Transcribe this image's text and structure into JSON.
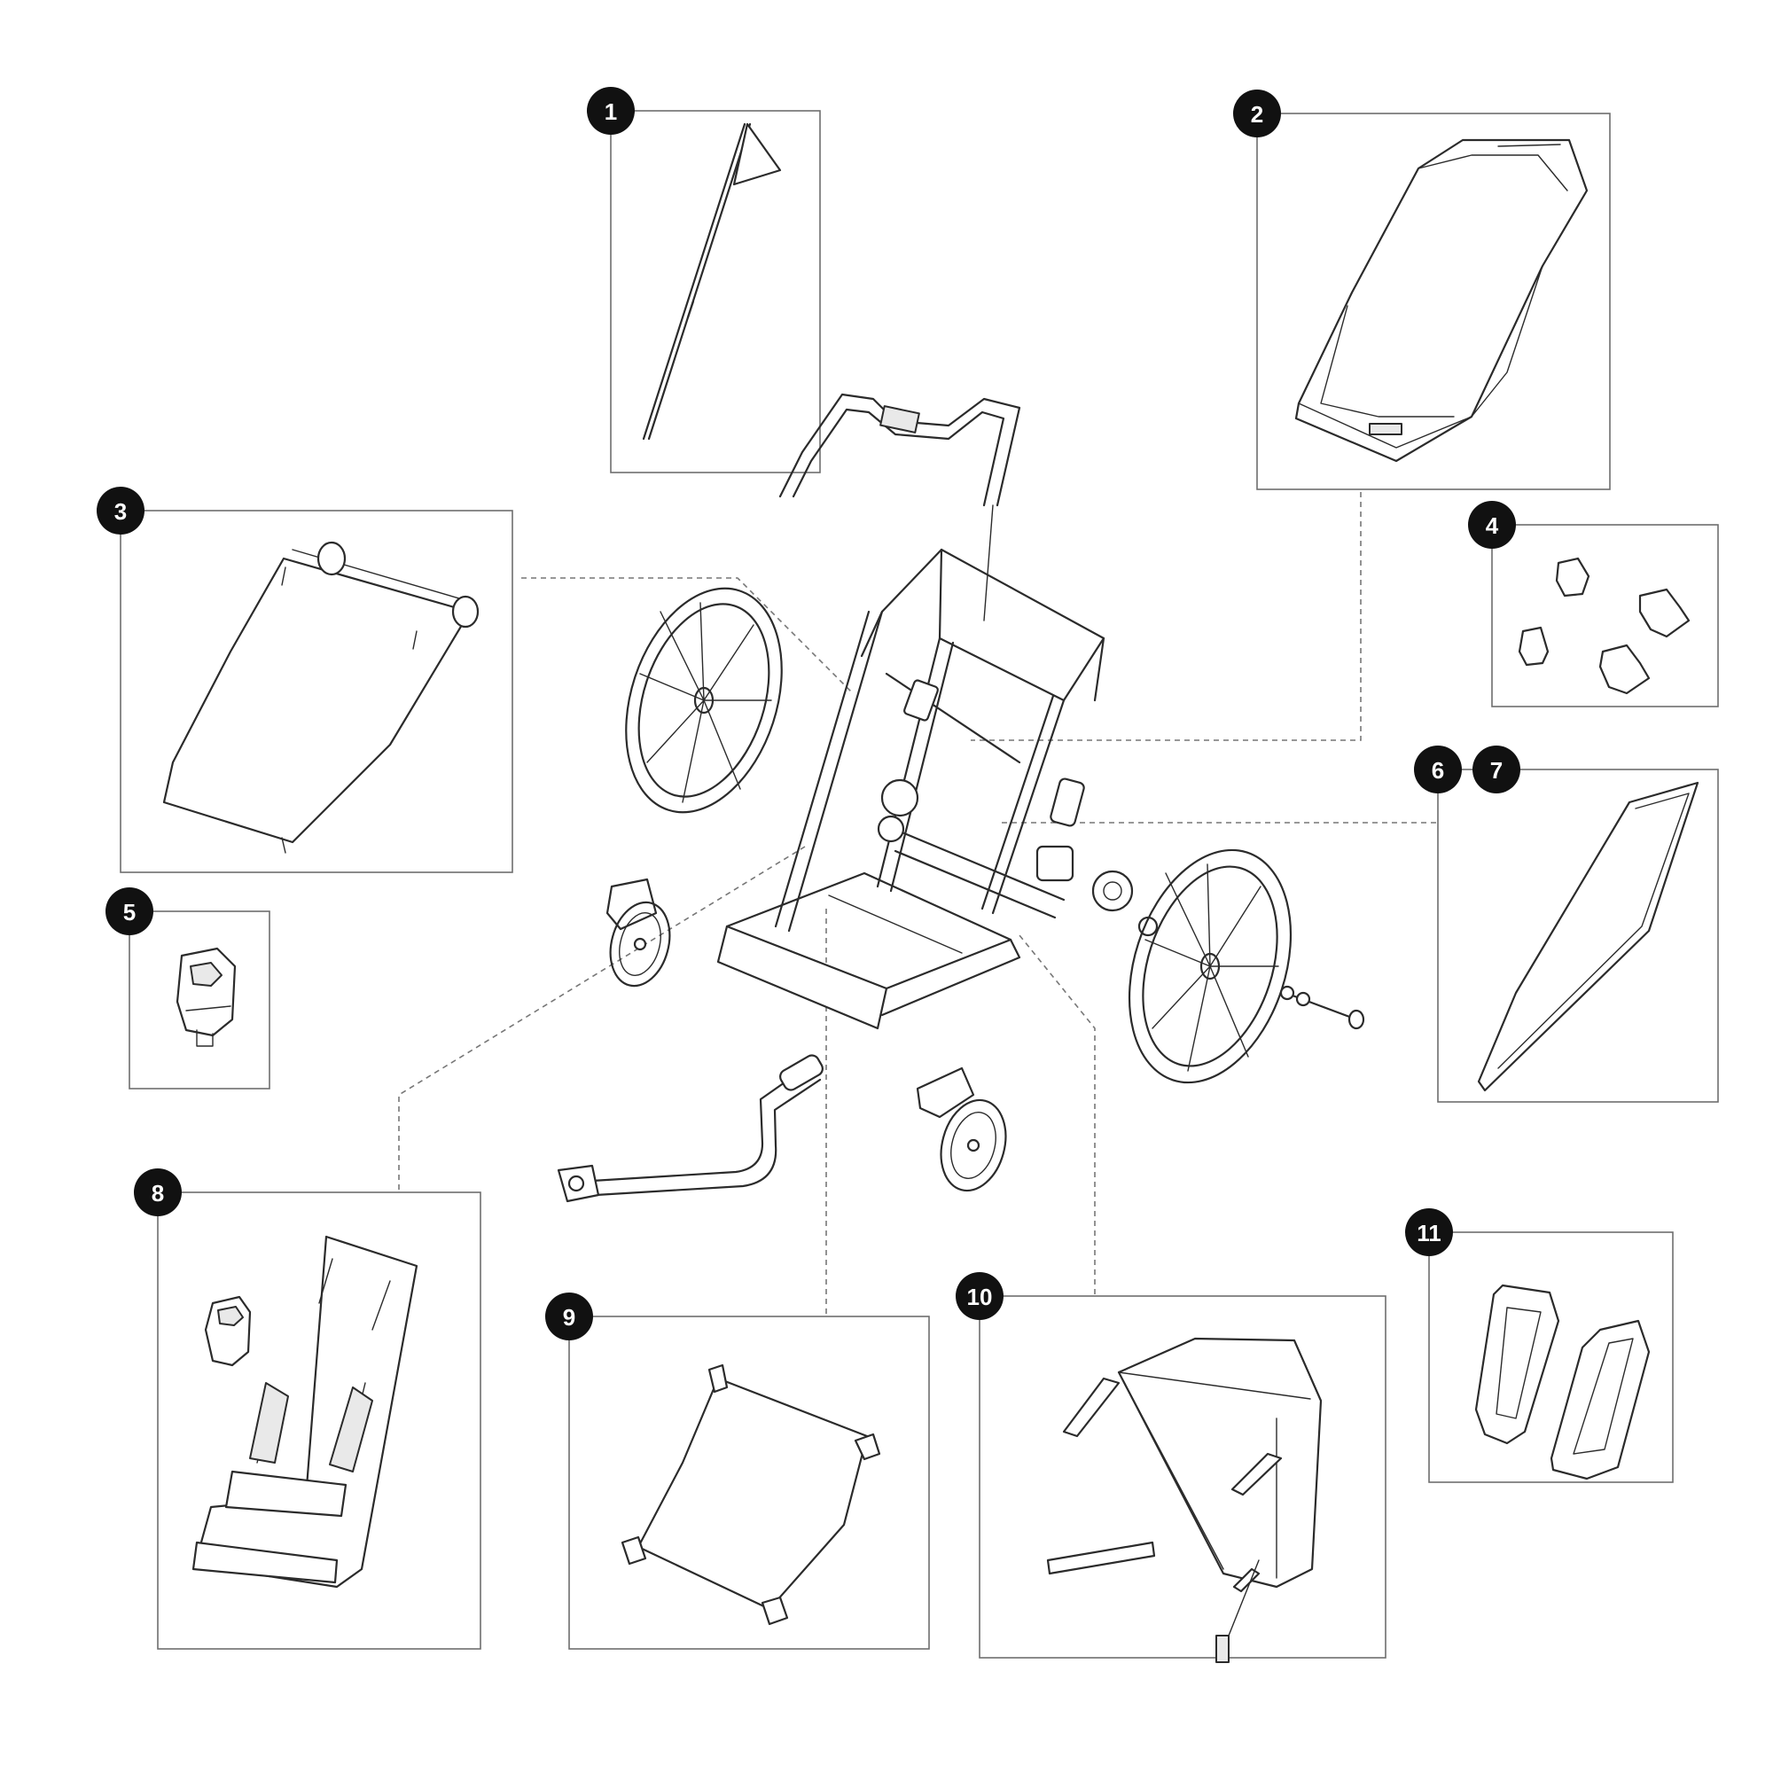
{
  "diagram": {
    "callouts": [
      {
        "id": "1",
        "label": "1"
      },
      {
        "id": "2",
        "label": "2"
      },
      {
        "id": "3",
        "label": "3"
      },
      {
        "id": "4",
        "label": "4"
      },
      {
        "id": "5",
        "label": "5"
      },
      {
        "id": "6",
        "label": "6"
      },
      {
        "id": "7",
        "label": "7"
      },
      {
        "id": "8",
        "label": "8"
      },
      {
        "id": "9",
        "label": "9"
      },
      {
        "id": "10",
        "label": "10"
      },
      {
        "id": "11",
        "label": "11"
      }
    ],
    "colors": {
      "line": "#2b2b2b",
      "badge": "#111111",
      "frame": "#6e6e6e",
      "background": "#ffffff"
    }
  }
}
